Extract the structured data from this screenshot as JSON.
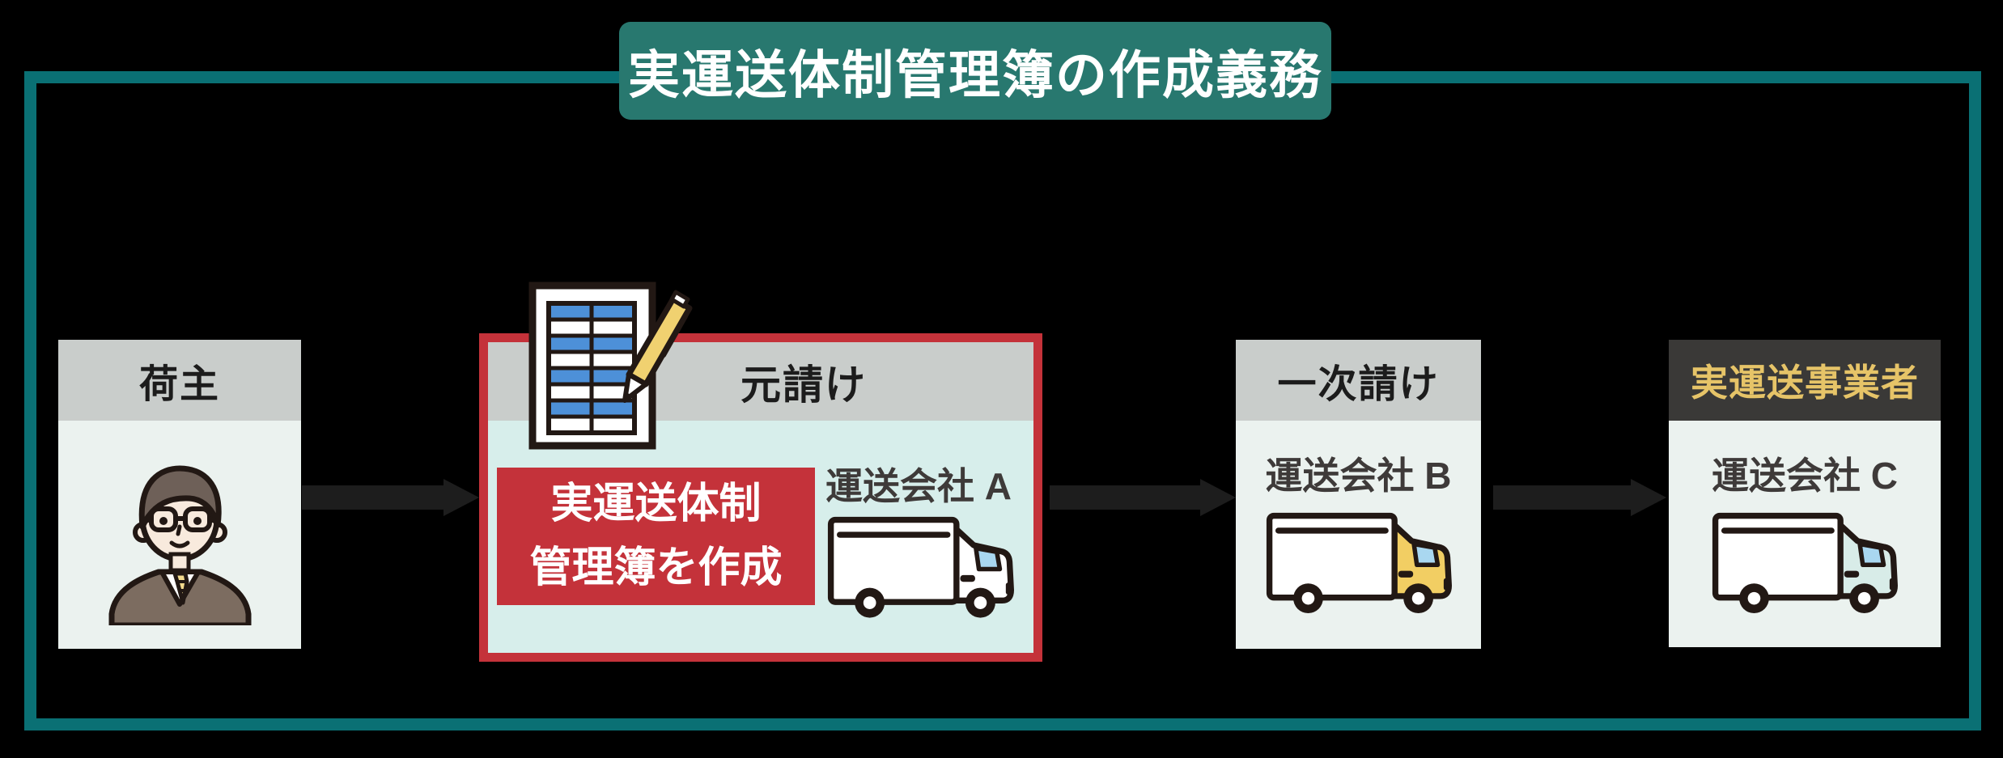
{
  "title": "実運送体制管理簿の作成義務",
  "nodes": {
    "shipper": {
      "header": "荷主"
    },
    "prime": {
      "header": "元請け",
      "company": "運送会社 A",
      "note_line1": "実運送体制",
      "note_line2": "管理簿を作成"
    },
    "first_subcontractor": {
      "header": "一次請け",
      "company": "運送会社 B"
    },
    "actual_carrier": {
      "header": "実運送事業者",
      "company": "運送会社 C"
    }
  },
  "icons": {
    "shipper": "person-icon",
    "prime": "document-pen-icon",
    "trucks": "truck-icon"
  },
  "colors": {
    "background": "#000000",
    "frame_teal": "#0A7074",
    "banner_teal": "#28786F",
    "title_text": "#FFFFFF",
    "header_gray": "#C9CDCB",
    "header_dark": "#3A3937",
    "header_dark_text": "#E6C468",
    "body_light": "#EBF2EF",
    "body_highlight": "#D7EEEB",
    "highlight_red": "#C4323A",
    "note_text": "#FFFFFF",
    "company_text": "#3E3A39",
    "arrow_dark": "#1D1D1D",
    "outline": "#221814",
    "truck_a_cab": "#FFFFFF",
    "truck_b_cab": "#F2CE63",
    "truck_c_cab": "#D8ECE8",
    "truck_window": "#A9D7F0",
    "doc_blue": "#4D90D8",
    "pen_yellow": "#F0D170",
    "suit_brown": "#7C6C60",
    "hair_brown": "#6E6058",
    "skin": "#F8EADD",
    "tie_yellow": "#F2DA8E"
  }
}
